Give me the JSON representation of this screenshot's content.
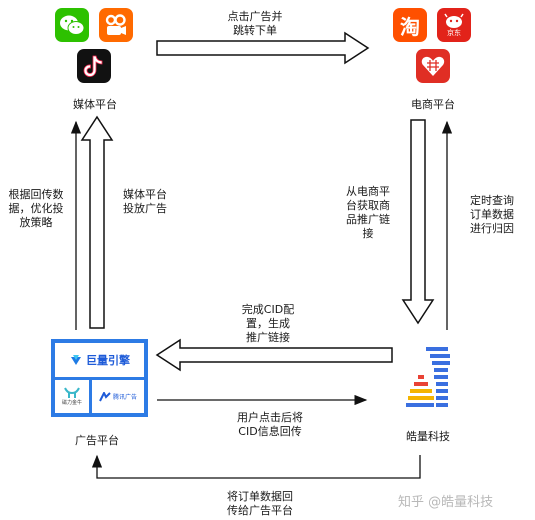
{
  "nodes": {
    "media": {
      "label": "媒体平台"
    },
    "ecom": {
      "label": "电商平台"
    },
    "ad": {
      "label": "广告平台",
      "logos": {
        "juliang": "巨量引擎",
        "cili": "磁力金牛",
        "tengxun": "腾讯广告"
      }
    },
    "company": {
      "label": "皓量科技"
    }
  },
  "app_logos": {
    "ecom_jd": "京东"
  },
  "edges": {
    "media_to_ecom": "点击广告并\n跳转下单",
    "media_up": "根据回传数\n据，优化投\n放策略",
    "ad_to_media": "媒体平台\n投放广告",
    "ecom_to_company": "从电商平\n台获取商\n品推广链\n接",
    "company_to_ecom": "定时查询\n订单数据\n进行归因",
    "company_to_ad": "完成CID配\n置，生成\n推广链接",
    "ad_to_company": "用户点击后将\nCID信息回传",
    "company_to_ad_bottom": "将订单数据回\n传给广告平台"
  },
  "watermark": "知乎 @皓量科技"
}
